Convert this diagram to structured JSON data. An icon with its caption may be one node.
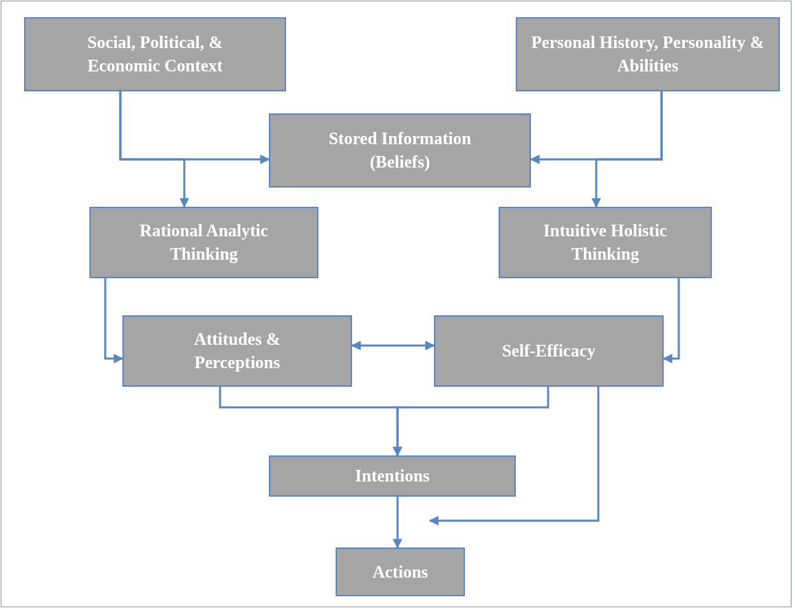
{
  "diagram": {
    "nodes": [
      {
        "text": [
          "Social, Political, & Economic Context"
        ]
      },
      {
        "text": [
          "Personal History, Personality & Abilities"
        ]
      },
      {
        "text": [
          "Stored Information (Beliefs)"
        ]
      },
      {
        "text": [
          "Rational Analytic Thinking"
        ]
      },
      {
        "text": [
          "Intuitive Holistic Thinking"
        ]
      },
      {
        "text": [
          "Attitudes & Perceptions"
        ]
      },
      {
        "text": [
          "Self-Efficacy"
        ]
      },
      {
        "text": [
          "Intentions"
        ]
      },
      {
        "text": [
          "Actions"
        ]
      }
    ],
    "edges": [
      {
        "from": 0,
        "to": 2,
        "arrow": "to"
      },
      {
        "from": 0,
        "to": 3,
        "arrow": "to"
      },
      {
        "from": 1,
        "to": 2,
        "arrow": "to"
      },
      {
        "from": 1,
        "to": 4,
        "arrow": "to"
      },
      {
        "from": 3,
        "to": 5,
        "arrow": "to"
      },
      {
        "from": 4,
        "to": 6,
        "arrow": "to"
      },
      {
        "from": 5,
        "to": 6,
        "arrow": "both"
      },
      {
        "from": 5,
        "to": 7,
        "arrow": "to"
      },
      {
        "from": 6,
        "to": 7,
        "arrow": "to"
      },
      {
        "from": 6,
        "to": null,
        "arrow": "to"
      },
      {
        "from": 7,
        "to": 8,
        "arrow": "to"
      }
    ]
  }
}
